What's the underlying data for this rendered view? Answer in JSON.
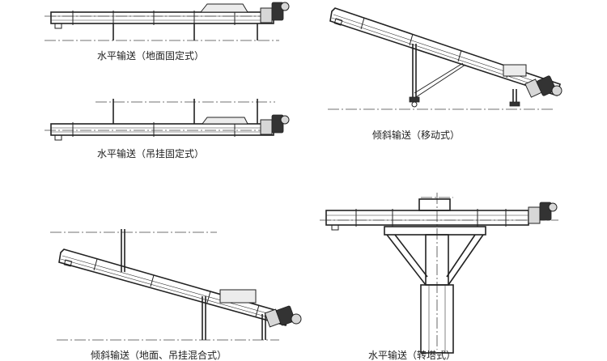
{
  "figures": [
    {
      "id": "horizontal-floor",
      "caption": "水平输送（地面固定式）"
    },
    {
      "id": "inclined-mobile",
      "caption": "倾斜输送（移动式）"
    },
    {
      "id": "horizontal-hanging",
      "caption": "水平输送（吊挂固定式）"
    },
    {
      "id": "horizontal-tower",
      "caption": "水平输送（转塔式）"
    },
    {
      "id": "inclined-mixed",
      "caption": "倾斜输送（地面、吊挂混合式）"
    }
  ]
}
